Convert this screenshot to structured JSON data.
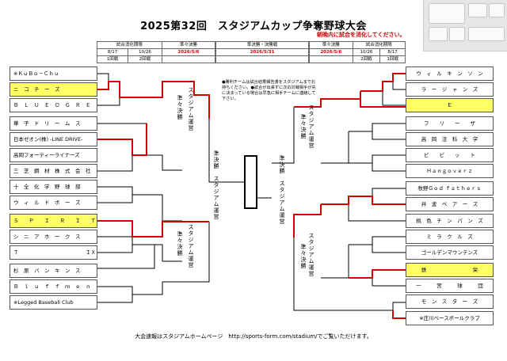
{
  "header": {
    "title": "2025第32回　スタジアムカップ争奪野球大会",
    "notice": "朝晩内に試合を消化してください。"
  },
  "schedule_left": {
    "head": [
      "試合消化期限",
      "準々決勝",
      "準決勝・決勝戦"
    ],
    "dates": [
      "8/17",
      "10/26",
      "2026/5/6",
      "2026/5/31"
    ],
    "rounds": [
      "1回戦",
      "2回戦"
    ]
  },
  "schedule_right": {
    "head": [
      "準々決勝",
      "試合消化期限"
    ],
    "dates": [
      "2026/5/6",
      "10/26",
      "8/17"
    ],
    "rounds": [
      "2回戦",
      "1回戦"
    ]
  },
  "note": "●勝利チームは試合結果報告書をスタジアムまでお持ちください。●試合が出来ずに次の対戦相手が先に決まっている場合は早急に相手チームに連絡して下さい。",
  "left_teams": [
    "※ＫｕＢｏ－Ｃｈｕ",
    "ニ　コ　チ　ー　ズ",
    "Ｂ　Ｌ　Ｕ　Ｅ　Ｏ　Ｇ　Ｒ　Ｅ",
    "華　子　ド　リ　ー　ム　ス",
    "日本ゼオン(株) -LINE DRIVE-",
    "高岡フォーティーライナーズ",
    "三　芝　鋼　材　株　式　会　社",
    "十　全　化　学　野　球　部",
    "ウ　ィ　ル　ド　ボ　ー　ズ",
    "Ｓ　　Ｐ　　Ｉ　　Ｒ　　Ｉ　　Ｔ",
    "シ　ニ　ア　ホ　ー　ク　ス",
    "Ｔ　　　　　　　　　　　　　ＩＸ",
    "杉　原　バ　ン　キ　ン　ス",
    "Ｂ　ｌ　ｕ　ｆ　ｆ　ｍ　ｅ　ｎ",
    "※Legged Baseball Club"
  ],
  "right_teams": [
    "ウ　ィ　ル　キ　ン　ソ　ン",
    "ラ　ー　ジ　ャ　ン　ズ",
    "Ｅ",
    "フ　　リ　　ー　　ザ",
    "高　岡　法　科　大　学",
    "ビ　　ピ　　ッ　　ト",
    "Ｈａｎｇｏｖｅｒｚ",
    "牧野Ｇｏｄ ｆａｔｈｅｒｓ",
    "井　波　ベ　ア　ー　ズ",
    "桃　色　チ　ン　パ　ン　ズ",
    "ミ　ラ　ク　ル　ズ",
    "ゴールデンマウンテンズ",
    "鉄　　　　　　　　　栄",
    "一　　　宮　　　球　　　団",
    "モ　ン　ス　タ　ー　ズ",
    "※庄川ベースボールクラブ"
  ],
  "left_highlight": [
    1,
    9
  ],
  "right_highlight": [
    2,
    12
  ],
  "labels": {
    "left_upper": "スタジアム運営",
    "left_upper_sub": "準々決勝",
    "left_lower": "スタジアム運営",
    "left_lower_sub": "準々決勝",
    "center_left": "準決勝　スタジアム運営",
    "center_right": "準決勝　スタジアム運営",
    "right_upper": "スタジアム運営",
    "right_upper_sub": "準々決勝",
    "right_lower": "スタジアム運営",
    "right_lower_sub": "準々決勝"
  },
  "footer": "大会速報はスタジアムホームページ　http://sports-form.com/stadium/でご覧いただけます。",
  "colors": {
    "line": "#d40000",
    "highlight": "#ffff66"
  }
}
